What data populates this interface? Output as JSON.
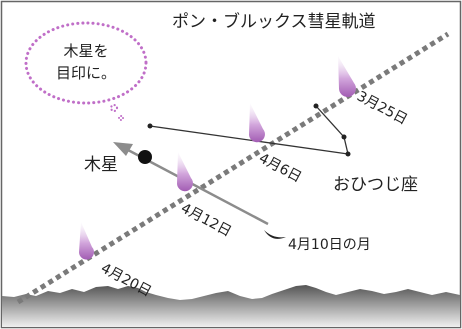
{
  "diagram": {
    "title": "ポン・ブルックス彗星軌道",
    "callout": {
      "line1": "木星を",
      "line2": "目印に。"
    },
    "planet_label": "木星",
    "constellation_label": "おひつじ座",
    "moon_label": "4月10日の月",
    "comet_dates": [
      "3月25日",
      "4月6日",
      "4月12日",
      "4月20日"
    ],
    "colors": {
      "comet": "#b57fc4",
      "orbit": "#7a7a7a",
      "callout_border": "#c06fc8",
      "arrow": "#8c8c8c",
      "mountain": "#5f5f5f",
      "frame": "#666666"
    }
  }
}
